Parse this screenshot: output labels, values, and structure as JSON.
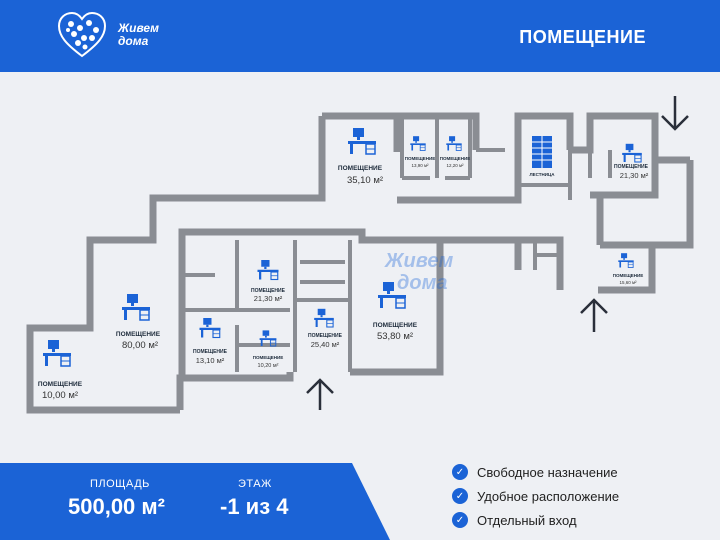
{
  "header": {
    "logo_line1": "Живем",
    "logo_line2": "дома",
    "title": "ПОМЕЩЕНИЕ"
  },
  "watermark": {
    "line1": "Живем",
    "line2": "дома"
  },
  "rooms": [
    {
      "label": "ПОМЕЩЕНИЕ",
      "area": "35,10 м²"
    },
    {
      "label": "ПОМЕЩЕНИЕ",
      "area": "13,90 м²"
    },
    {
      "label": "ПОМЕЩЕНИЕ",
      "area": "12,20 м²"
    },
    {
      "label": "ЛЕСТНИЦА",
      "area": ""
    },
    {
      "label": "ПОМЕЩЕНИЕ",
      "area": "21,30 м²"
    },
    {
      "label": "ПОМЕЩЕНИЕ",
      "area": "15,60 м²"
    },
    {
      "label": "ПОМЕЩЕНИЕ",
      "area": "80,00 м²"
    },
    {
      "label": "ПОМЕЩЕНИЕ",
      "area": "10,00 м²"
    },
    {
      "label": "ПОМЕЩЕНИЕ",
      "area": "21,30 м²"
    },
    {
      "label": "ПОМЕЩЕНИЕ",
      "area": "13,10 м²"
    },
    {
      "label": "ПОМЕЩЕНИЕ",
      "area": "10,20 м²"
    },
    {
      "label": "ПОМЕЩЕНИЕ",
      "area": "25,40 м²"
    },
    {
      "label": "ПОМЕЩЕНИЕ",
      "area": "53,80 м²"
    }
  ],
  "stats": {
    "area_label": "ПЛОЩАДЬ",
    "area_value": "500,00 м²",
    "floor_label": "ЭТАЖ",
    "floor_value": "-1 из 4"
  },
  "features": [
    "Свободное назначение",
    "Удобное расположение",
    "Отдельный вход"
  ],
  "colors": {
    "brand": "#1b63d6",
    "wall": "#8a8d93"
  }
}
